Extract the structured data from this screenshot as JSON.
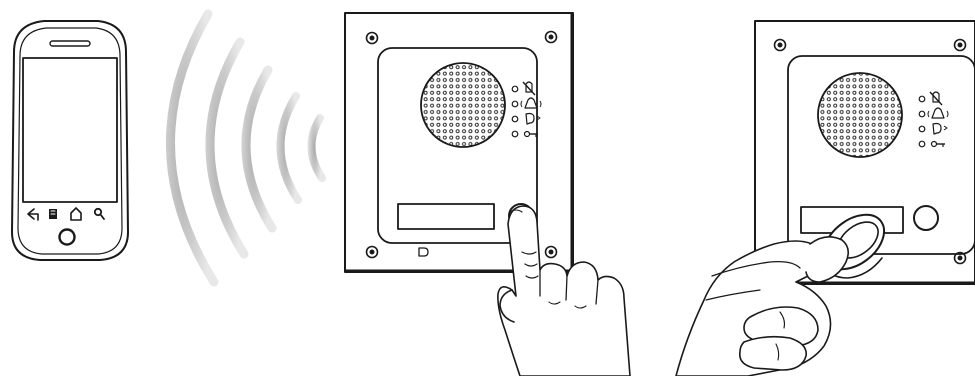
{
  "illustration": {
    "panels": [
      {
        "id": "smartphone"
      },
      {
        "id": "door-panel-finger"
      },
      {
        "id": "door-panel-tag"
      }
    ],
    "status_icons": [
      "mute-icon",
      "bell-icon",
      "speaking-icon",
      "key-icon"
    ],
    "colors": {
      "line": "#1a1a1a",
      "wave_light": "#dcdcdc",
      "wave_dark": "#a8a8a8",
      "background": "#ffffff",
      "screen": "#ffffff"
    }
  }
}
